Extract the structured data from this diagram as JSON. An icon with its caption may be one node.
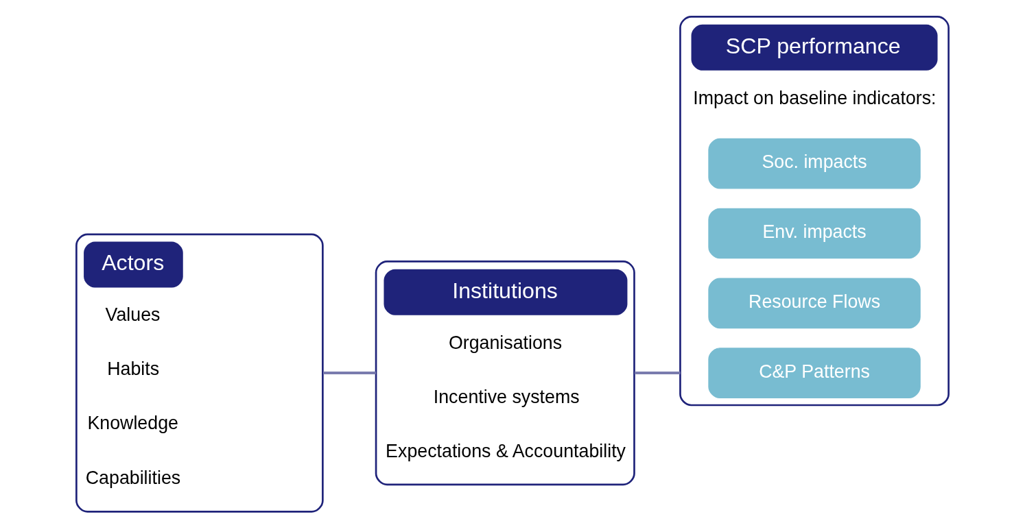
{
  "diagram": {
    "nodes": [
      {
        "text": [
          "Actors",
          "Values",
          "Habits",
          "Knowledge",
          "Capabilities"
        ]
      },
      {
        "text": [
          "Institutions",
          "Organisations",
          "Incentive systems",
          "Expectations & Accountability"
        ]
      },
      {
        "text": [
          "SCP performance",
          "Impact on baseline indicators:"
        ]
      },
      {
        "text": [
          "C&P Patterns"
        ],
        "in": 2
      },
      {
        "text": [
          "Resource Flows"
        ],
        "in": 2
      },
      {
        "text": [
          "Env. impacts"
        ],
        "in": 2
      },
      {
        "text": [
          "Soc. impacts"
        ],
        "in": 2
      }
    ],
    "edges": [
      {
        "from": 0,
        "to": 1,
        "arrow": "none"
      },
      {
        "from": 1,
        "to": 2,
        "arrow": "none"
      }
    ]
  }
}
